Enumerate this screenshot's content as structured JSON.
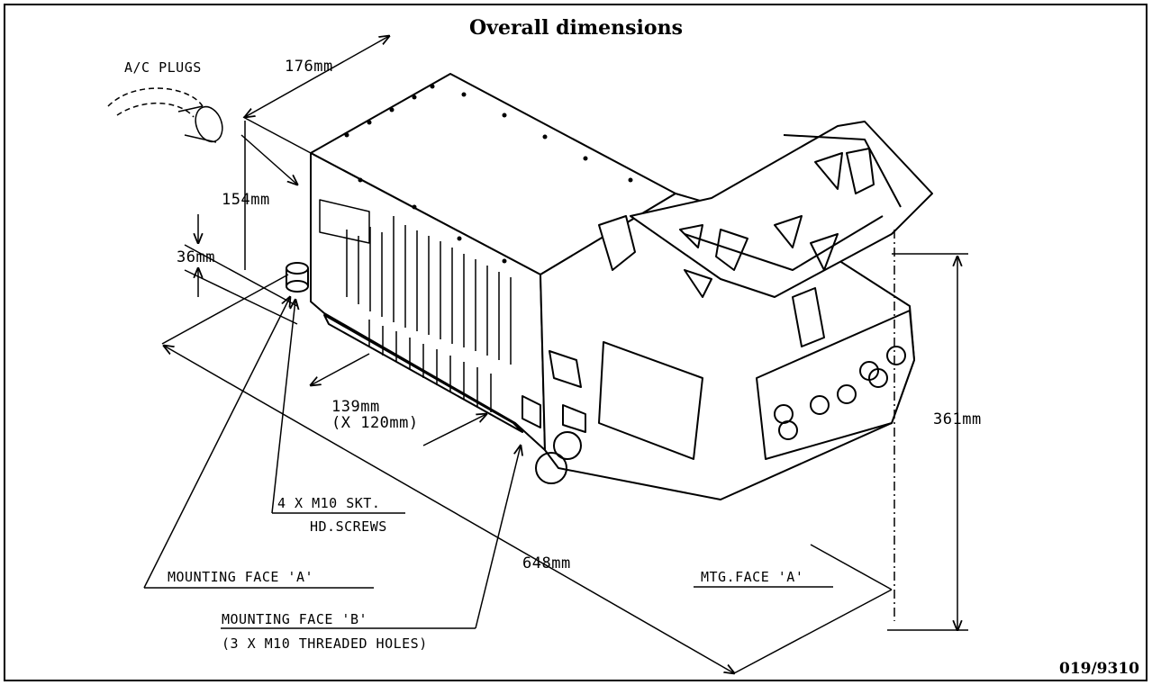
{
  "title": "Overall dimensions",
  "reference": "019/9310",
  "labels": {
    "ac_plugs": "A/C PLUGS",
    "width": "176mm",
    "height": "154mm",
    "foot": "36mm",
    "mount_spacing_1": "139mm",
    "mount_spacing_2": "(X 120mm)",
    "screws_1": "4 X M10 SKT.",
    "screws_2": "HD.SCREWS",
    "length": "648mm",
    "total_height": "361mm",
    "face_a": "MOUNTING FACE 'A'",
    "face_a_short": "MTG.FACE 'A'",
    "face_b": "MOUNTING FACE 'B'",
    "face_b_holes": "(3 X M10 THREADED HOLES)"
  }
}
